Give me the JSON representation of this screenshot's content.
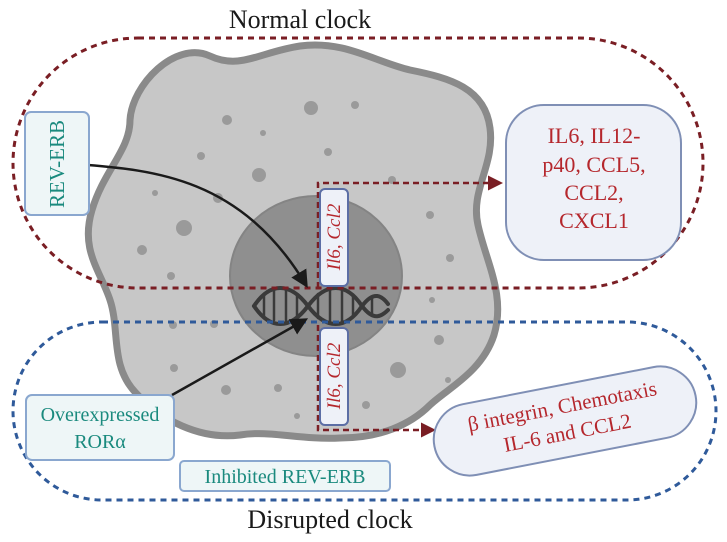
{
  "title_top": "Normal clock",
  "title_bottom": "Disrupted clock",
  "labels": {
    "rev_erb": "REV-ERB",
    "gene_upper": "Il6, Ccl2",
    "gene_lower": "Il6, Ccl2",
    "overexpressed_line1": "Overexpressed",
    "overexpressed_line2": "RORα",
    "inhibited": "Inhibited REV-ERB"
  },
  "outputs": {
    "normal": [
      "IL6, IL12-",
      "p40, CCL5,",
      "CCL2,",
      "CXCL1"
    ],
    "disrupted": [
      "β integrin, Chemotaxis",
      "IL-6 and CCL2"
    ]
  },
  "colors": {
    "normal_dash": "#7a1e24",
    "disrupted_dash": "#2f5a9a",
    "teal_text": "#1a8a7e",
    "red_text": "#b5272d",
    "cell_fill": "#c7c7c7",
    "cell_stroke": "#8a8a8a",
    "nucleus": "#8f8f8f"
  }
}
